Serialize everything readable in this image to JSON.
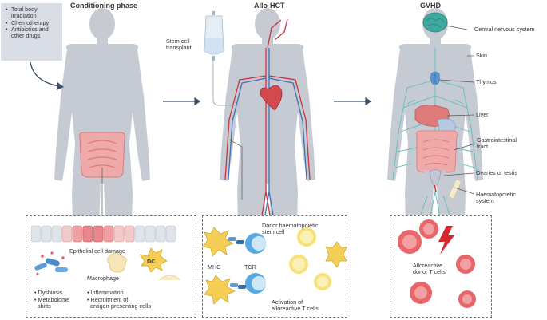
{
  "phases": {
    "conditioning": {
      "title": "Conditioning phase"
    },
    "allo_hct": {
      "title": "Allo-HCT"
    },
    "gvhd": {
      "title": "GVHD"
    }
  },
  "conditioning_box": {
    "items": [
      "Total body",
      "irradiation",
      "Chemotherapy",
      "Antibiotics and",
      "other drugs"
    ]
  },
  "conditioning_panel": {
    "epithelial": "Epithelial cell damage",
    "macrophage": "Macrophage",
    "dc": "DC",
    "dysbiosis": "Dysbiosis",
    "metabolome_1": "Metabolome",
    "metabolome_2": "shifts",
    "inflammation": "Inflammation",
    "recruitment_1": "Recruitment of",
    "recruitment_2": "antigen-presenting cells"
  },
  "allo_labels": {
    "stem_cell_1": "Stem cell",
    "stem_cell_2": "transplant"
  },
  "allo_panel": {
    "donor_1": "Donor haematopoietic",
    "donor_2": "stem cell",
    "mhc": "MHC",
    "tcr": "TCR",
    "activation_1": "Activation of",
    "activation_2": "alloreactive T cells"
  },
  "gvhd_labels": {
    "cns": "Central nervous system",
    "skin": "Skin",
    "thymus": "Thymus",
    "liver": "Liver",
    "gi_1": "Gastrointestinal",
    "gi_2": "tract",
    "ovaries": "Ovaries or testis",
    "haem_1": "Haematopoietic",
    "haem_2": "system"
  },
  "gvhd_panel": {
    "allo_1": "Alloreactive",
    "allo_2": "donor T cells"
  },
  "colors": {
    "body": "#c6cbd3",
    "body_outline": "#b3b9c2",
    "gut": "#f0a9a9",
    "artery": "#c8323a",
    "vein": "#3a6fb5",
    "nerve": "#5bbfb6",
    "t_cell": "#f7e27a",
    "stem_cell": "#5aa8e0",
    "dendritic": "#f5cf55",
    "red_cell": "#e8666a",
    "lightning": "#d7272f",
    "arrow": "#3d5166",
    "panel_border": "#777777"
  }
}
